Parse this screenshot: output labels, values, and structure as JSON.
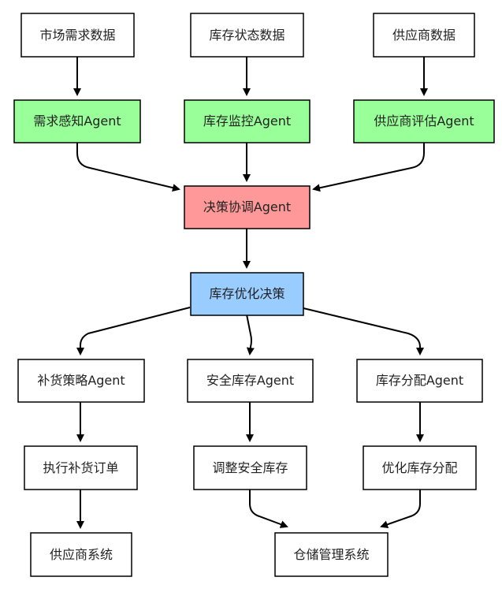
{
  "colors": {
    "plain": "#ffffff",
    "agent": "#99ff99",
    "coordinator": "#ff9999",
    "decision": "#99ccff",
    "border": "#000000"
  },
  "nodes": {
    "market": {
      "label": "市场需求数据",
      "kind": "plain"
    },
    "inventory_status": {
      "label": "库存状态数据",
      "kind": "plain"
    },
    "supplier_data": {
      "label": "供应商数据",
      "kind": "plain"
    },
    "demand_agent": {
      "label": "需求感知Agent",
      "kind": "agent"
    },
    "monitor_agent": {
      "label": "库存监控Agent",
      "kind": "agent"
    },
    "supplier_agent": {
      "label": "供应商评估Agent",
      "kind": "agent"
    },
    "coord_agent": {
      "label": "决策协调Agent",
      "kind": "coordinator"
    },
    "optimize": {
      "label": "库存优化决策",
      "kind": "decision"
    },
    "replenish_agent": {
      "label": "补货策略Agent",
      "kind": "plain"
    },
    "safety_agent": {
      "label": "安全库存Agent",
      "kind": "plain"
    },
    "allocate_agent": {
      "label": "库存分配Agent",
      "kind": "plain"
    },
    "exec_order": {
      "label": "执行补货订单",
      "kind": "plain"
    },
    "adjust_safety": {
      "label": "调整安全库存",
      "kind": "plain"
    },
    "opt_alloc": {
      "label": "优化库存分配",
      "kind": "plain"
    },
    "supplier_system": {
      "label": "供应商系统",
      "kind": "plain"
    },
    "warehouse_system": {
      "label": "仓储管理系统",
      "kind": "plain"
    }
  },
  "edges": [
    [
      "market",
      "demand_agent"
    ],
    [
      "inventory_status",
      "monitor_agent"
    ],
    [
      "supplier_data",
      "supplier_agent"
    ],
    [
      "demand_agent",
      "coord_agent"
    ],
    [
      "monitor_agent",
      "coord_agent"
    ],
    [
      "supplier_agent",
      "coord_agent"
    ],
    [
      "coord_agent",
      "optimize"
    ],
    [
      "optimize",
      "replenish_agent"
    ],
    [
      "optimize",
      "safety_agent"
    ],
    [
      "optimize",
      "allocate_agent"
    ],
    [
      "replenish_agent",
      "exec_order"
    ],
    [
      "safety_agent",
      "adjust_safety"
    ],
    [
      "allocate_agent",
      "opt_alloc"
    ],
    [
      "exec_order",
      "supplier_system"
    ],
    [
      "adjust_safety",
      "warehouse_system"
    ],
    [
      "opt_alloc",
      "warehouse_system"
    ]
  ]
}
